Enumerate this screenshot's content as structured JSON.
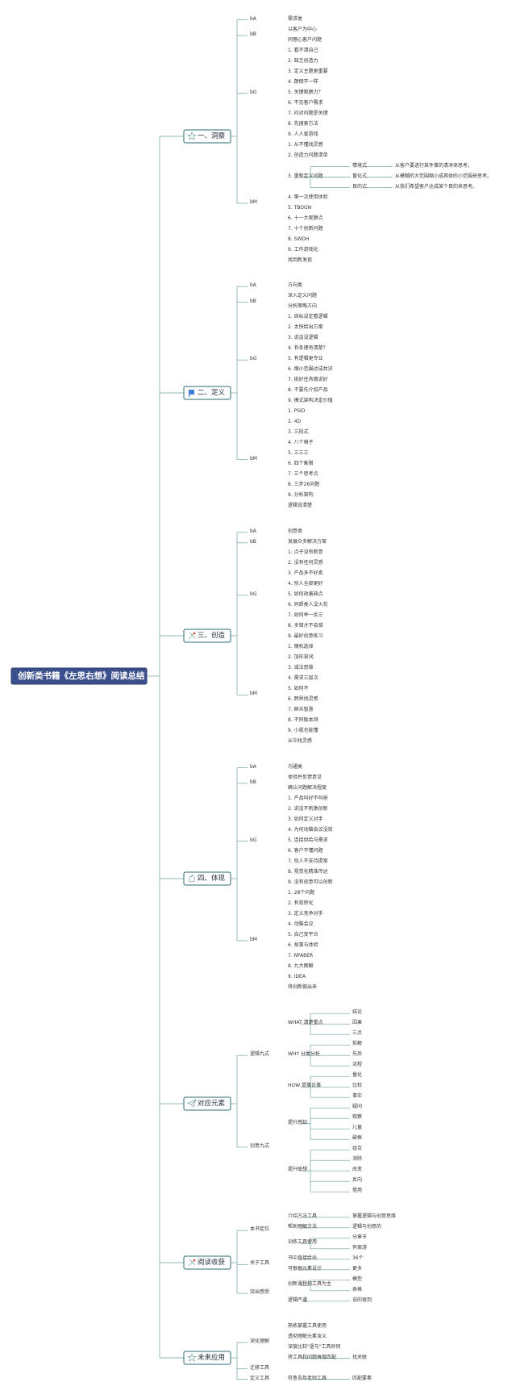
{
  "root": "创新类书籍《左思右想》阅读总结",
  "branches": [
    {
      "label": "一、洞察",
      "icon": "star-outline-icon",
      "children": [
        {
          "label": "bA",
          "children": [
            {
              "label": "需求类"
            }
          ]
        },
        {
          "label": "bB",
          "children": [
            {
              "label": "以客户为中心"
            },
            {
              "label": "同理心客户问题"
            }
          ]
        },
        {
          "label": "bG",
          "children": [
            {
              "label": "1. 看不清自己"
            },
            {
              "label": "2. 缺乏创造力"
            },
            {
              "label": "3. 定义主题更重要"
            },
            {
              "label": "4. 颠倒不一样"
            },
            {
              "label": "5. 关键观察力？"
            },
            {
              "label": "6. 不见客户需求"
            },
            {
              "label": "7. 问对问题是关键"
            },
            {
              "label": "8. 先搜索方法"
            },
            {
              "label": "9. 人人爱游戏"
            }
          ]
        },
        {
          "label": "bM",
          "children": [
            {
              "label": "1. 从不懂找灵感"
            },
            {
              "label": "2. 创造力问题清单"
            },
            {
              "label": "3. 重新定义问题",
              "children": [
                {
                  "label": "情境式",
                  "children": [
                    {
                      "label": "从客户要进行某件事的清净来思考。"
                    }
                  ]
                },
                {
                  "label": "量化式",
                  "children": [
                    {
                      "label": "从模糊的大范围缩小成具体的小范围来思考。"
                    }
                  ]
                },
                {
                  "label": "目的式",
                  "children": [
                    {
                      "label": "从我们希望客户达成某个目的来思考。"
                    }
                  ]
                }
              ]
            },
            {
              "label": "4. 第一次使用体验"
            },
            {
              "label": "5. TBOGN"
            },
            {
              "label": "6. 十一大观察点"
            },
            {
              "label": "7. 十个创新问题"
            },
            {
              "label": "8. SWDH"
            },
            {
              "label": "9. 工作游戏化"
            },
            {
              "label": "找到新发现"
            }
          ]
        }
      ]
    },
    {
      "label": "二、定义",
      "icon": "flag-icon",
      "children": [
        {
          "label": "bA",
          "children": [
            {
              "label": "方向类"
            }
          ]
        },
        {
          "label": "bB",
          "children": [
            {
              "label": "深入定义问题"
            },
            {
              "label": "分析策略方向"
            }
          ]
        },
        {
          "label": "bG",
          "children": [
            {
              "label": "1. 目标设定看逻辑"
            },
            {
              "label": "2. 太快给出方案"
            },
            {
              "label": "3. 说话没逻辑"
            },
            {
              "label": "4. 有条理有清楚？"
            },
            {
              "label": "5. 有逻辑更专业"
            },
            {
              "label": "6. 缩小范围达成共识"
            },
            {
              "label": "7. 挑好任务做说好"
            },
            {
              "label": "8. 不要先介绍产品"
            },
            {
              "label": "9. 模式架构决定价值"
            }
          ]
        },
        {
          "label": "bM",
          "children": [
            {
              "label": "1. PSID"
            },
            {
              "label": "2. 4D"
            },
            {
              "label": "3. 三段式"
            },
            {
              "label": "4. 八个格子"
            },
            {
              "label": "5. 三三三"
            },
            {
              "label": "6. 四个象限"
            },
            {
              "label": "7. 三个思考点"
            },
            {
              "label": "8. 三步26问题"
            },
            {
              "label": "9. 分析架构"
            },
            {
              "label": "逻辑说清楚"
            }
          ]
        }
      ]
    },
    {
      "label": "三、创造",
      "icon": "tools-icon",
      "children": [
        {
          "label": "bA",
          "children": [
            {
              "label": "创意类"
            }
          ]
        },
        {
          "label": "bB",
          "children": [
            {
              "label": "发展众多解决方案"
            }
          ]
        },
        {
          "label": "bG",
          "children": [
            {
              "label": "1. 点子没有新意"
            },
            {
              "label": "2. 没有任何灵感"
            },
            {
              "label": "3. 产品多不好卖"
            },
            {
              "label": "4. 别人全部更好"
            },
            {
              "label": "5. 如何改善缺点"
            },
            {
              "label": "6. 同质类人没火花"
            },
            {
              "label": "7. 如何举一反三"
            },
            {
              "label": "8. 多错才不会错"
            },
            {
              "label": "9. 最好创意练习"
            }
          ]
        },
        {
          "label": "bM",
          "children": [
            {
              "label": "1. 随机选择"
            },
            {
              "label": "2. 加形容词"
            },
            {
              "label": "3. 减法思维"
            },
            {
              "label": "4. 需求三层次"
            },
            {
              "label": "5. 如何不"
            },
            {
              "label": "6. 跨界找灵感"
            },
            {
              "label": "7. 群众智慧"
            },
            {
              "label": "8. 不同版本测"
            },
            {
              "label": "9. 小规也能懂"
            },
            {
              "label": "从中找灵感"
            }
          ]
        }
      ]
    },
    {
      "label": "四、体现",
      "icon": "fire-icon",
      "children": [
        {
          "label": "bA",
          "children": [
            {
              "label": "沟通类"
            }
          ]
        },
        {
          "label": "bB",
          "children": [
            {
              "label": "体验并反馈意见"
            },
            {
              "label": "确认问题解决程度"
            }
          ]
        },
        {
          "label": "bG",
          "children": [
            {
              "label": "1. 产品叫好不叫座"
            },
            {
              "label": "2. 说话不刺激创新"
            },
            {
              "label": "3. 如何定义对手"
            },
            {
              "label": "4. 为何动脑会议没效"
            },
            {
              "label": "5. 连接供给与需求"
            },
            {
              "label": "6. 客户不懂问题"
            },
            {
              "label": "7. 别人不支持提案"
            },
            {
              "label": "8. 视觉化精准传达"
            },
            {
              "label": "9. 没有创意可以创新"
            }
          ]
        },
        {
          "label": "bM",
          "children": [
            {
              "label": "1. 28个问题"
            },
            {
              "label": "2. 有效转化"
            },
            {
              "label": "3. 定义竞争对手"
            },
            {
              "label": "4. 动脑会议"
            },
            {
              "label": "5. 自己变平台"
            },
            {
              "label": "6. 故事与体验"
            },
            {
              "label": "7. NFABER"
            },
            {
              "label": "8. 九大图解"
            },
            {
              "label": "9. IDEA"
            },
            {
              "label": "将创新做出来"
            }
          ]
        }
      ]
    },
    {
      "label": "对应元素",
      "icon": "paper-plane-icon",
      "children": [
        {
          "label": "逻辑九式",
          "children": [
            {
              "label": "WHAT 清楚重点",
              "children": [
                {
                  "label": "结论"
                },
                {
                  "label": "因果"
                },
                {
                  "label": "三点"
                }
              ]
            },
            {
              "label": "WHY 分类分析",
              "children": [
                {
                  "label": "拆解"
                },
                {
                  "label": "先后"
                },
                {
                  "label": "流程"
                }
              ]
            },
            {
              "label": "HOW 提事论事",
              "children": [
                {
                  "label": "量化"
                },
                {
                  "label": "比较"
                },
                {
                  "label": "事实"
                }
              ]
            }
          ]
        },
        {
          "label": "创意九式",
          "children": [
            {
              "label": "提升感知",
              "children": [
                {
                  "label": "疑问"
                },
                {
                  "label": "观察"
                },
                {
                  "label": "儿童"
                },
                {
                  "label": "破框"
                }
              ]
            },
            {
              "label": "提升联想",
              "children": [
                {
                  "label": "组合"
                },
                {
                  "label": "消除"
                },
                {
                  "label": "改变"
                },
                {
                  "label": "反向"
                },
                {
                  "label": "借用"
                }
              ]
            }
          ]
        }
      ]
    },
    {
      "label": "阅读收获",
      "icon": "tools-icon",
      "children": [
        {
          "label": "本书定位",
          "children": [
            {
              "label": "介绍方法工具",
              "children": [
                {
                  "label": "掌握逻辑与创意思维"
                }
              ]
            },
            {
              "label": "帮助理解方法",
              "children": [
                {
                  "label": "逻辑与创意的"
                }
              ]
            },
            {
              "label": "训练工具使用",
              "children": [
                {
                  "label": "分章节"
                },
                {
                  "label": "有案游"
                }
              ]
            }
          ]
        },
        {
          "label": "关于工具",
          "children": [
            {
              "label": "书中直接给出",
              "children": [
                {
                  "label": "36个"
                }
              ]
            },
            {
              "label": "可根据元素设计",
              "children": [
                {
                  "label": "更多"
                }
              ]
            }
          ]
        },
        {
          "label": "突出感受",
          "children": [
            {
              "label": "创新课程和工具为主",
              "children": [
                {
                  "label": "模型"
                },
                {
                  "label": "表格"
                }
              ]
            },
            {
              "label": "逻辑严谨",
              "children": [
                {
                  "label": "说的很到"
                }
              ]
            }
          ]
        }
      ]
    },
    {
      "label": "未来应用",
      "icon": "star-filled-icon",
      "children": [
        {
          "label": "深化理解",
          "children": [
            {
              "label": "熟练掌握工具使用"
            },
            {
              "label": "透彻理解元素含义"
            },
            {
              "label": "深度比较\"逻与\"工具异同"
            },
            {
              "label": "将工具和问题再做匹配",
              "children": [
                {
                  "label": "找关联"
                }
              ]
            }
          ]
        },
        {
          "label": "迁移工具"
        },
        {
          "label": "定义工具",
          "children": [
            {
              "label": "符鲁吾年老师工具",
              "children": [
                {
                  "label": "匹配要素"
                }
              ]
            }
          ]
        }
      ]
    }
  ],
  "colors": {
    "root_fill": "#3a4f8c",
    "lines": "#6fa3a0",
    "box_border": "#2e6b73",
    "star": "#e0736b",
    "flag": "#3d7fd6",
    "fire": "#3a86d8",
    "plane": "#4a96d8",
    "tools": "#d9534f",
    "star_filled": "#e26a3c"
  }
}
